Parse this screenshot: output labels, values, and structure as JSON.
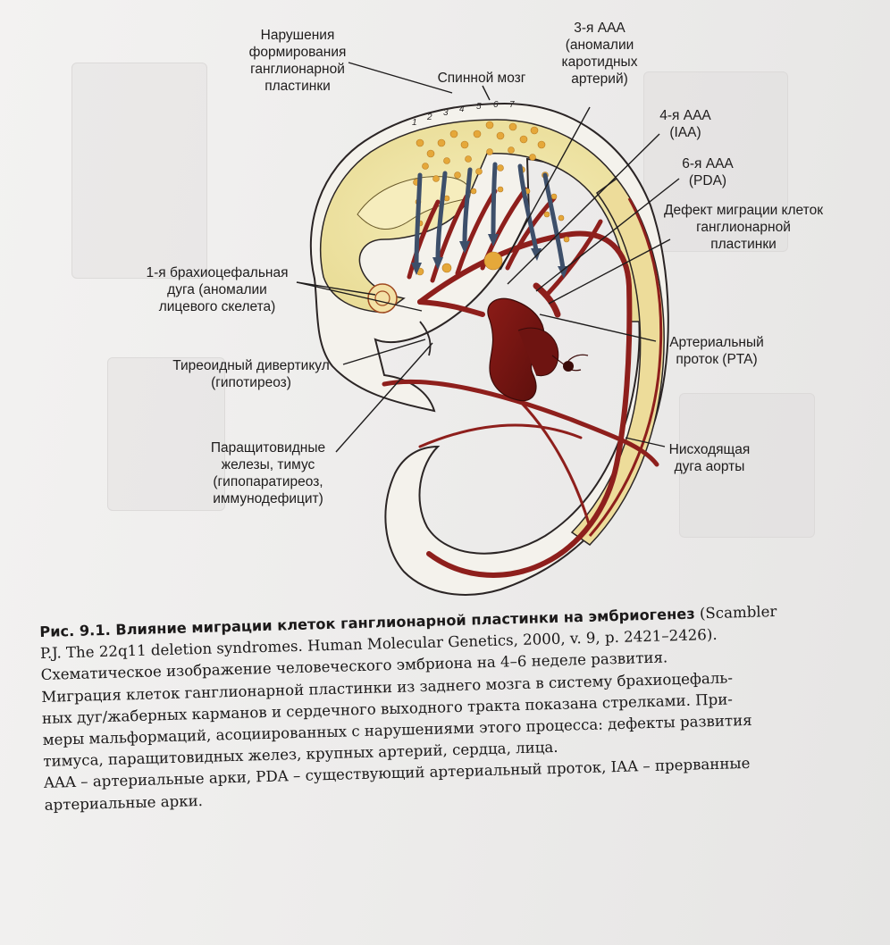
{
  "figure": {
    "labels": {
      "neural_crest_disorder": [
        "Нарушения",
        "формирования",
        "ганглионарной",
        "пластинки"
      ],
      "spinal_cord": "Спинной мозг",
      "aaa3": [
        "3-я ААА",
        "(аномалии",
        "каротидных",
        "артерий)"
      ],
      "aaa4": [
        "4-я ААА",
        "(IAA)"
      ],
      "aaa6": [
        "6-я ААА",
        "(PDA)"
      ],
      "migration_defect": [
        "Дефект миграции клеток",
        "ганглионарной",
        "пластинки"
      ],
      "arch1": [
        "1-я брахиоцефальная",
        "дуга (аномалии",
        "лицевого скелета)"
      ],
      "thyroid": [
        "Тиреоидный дивертикул",
        "(гипотиреоз)"
      ],
      "parathyroid": [
        "Паращитовидные",
        "железы, тимус",
        "(гипопаратиреоз,",
        "иммунодефицит)"
      ],
      "ductus": [
        "Артериальный",
        "проток (PTA)"
      ],
      "descending_aorta": [
        "Нисходящая",
        "дуга аорты"
      ]
    },
    "rhombomere_numbers": [
      "1",
      "2",
      "3",
      "4",
      "5",
      "6",
      "7"
    ],
    "colors": {
      "embryo_fill": "#efe4a6",
      "artery": "#8e1f1c",
      "heart": "#7a1512",
      "crest_dots": "#e5a83a",
      "migration_arrows": "#3d4f6a"
    }
  },
  "caption": {
    "title": "Рис. 9.1. Влияние миграции клеток ганглионарной пластинки на эмбриогенез",
    "line1_rest": " (Scambler",
    "lines": [
      "P.J. The 22q11 deletion syndromes. Human Molecular Genetics, 2000, v. 9, p. 2421–2426).",
      "Схематическое изображение человеческого эмбриона на 4–6 неделе развития.",
      "Миграция клеток ганглионарной пластинки из заднего мозга в систему брахиоцефаль-",
      "ных дуг/жаберных карманов и сердечного выходного тракта показана стрелками. При-",
      "меры мальформаций, асоциированных с нарушениями этого процесса: дефекты развития",
      "тимуса, паращитовидных желез, крупных артерий, сердца, лица.",
      "AAA – артериальные арки, PDA – существующий артериальный проток, IAA – прерванные",
      "артериальные арки."
    ]
  }
}
